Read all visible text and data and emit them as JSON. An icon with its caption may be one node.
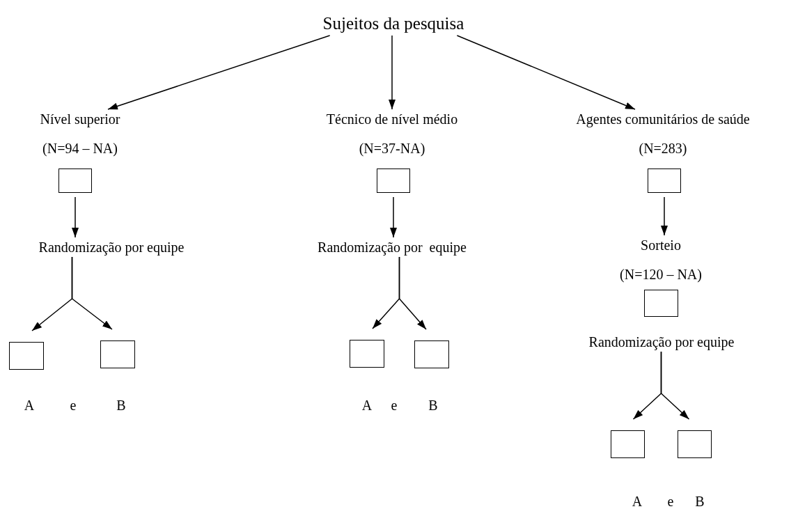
{
  "diagram": {
    "nodes": [
      {
        "text": [
          "Sujeitos da pesquisa"
        ]
      },
      {
        "text": [
          "Nível superior",
          "(N=94 – NA)"
        ]
      },
      {
        "text": [],
        "shape": "box"
      },
      {
        "text": [
          "Randomização por equipe"
        ]
      },
      {
        "text": [],
        "shape": "box"
      },
      {
        "text": [],
        "shape": "box"
      },
      {
        "text": [
          "Técnico de nível médio",
          "(N=37-NA)"
        ]
      },
      {
        "text": [],
        "shape": "box"
      },
      {
        "text": [
          "Randomização por  equipe"
        ]
      },
      {
        "text": [],
        "shape": "box"
      },
      {
        "text": [],
        "shape": "box"
      },
      {
        "text": [
          "Agentes comunitários de saúde",
          "(N=283)"
        ]
      },
      {
        "text": [],
        "shape": "box"
      },
      {
        "text": [
          "Sorteio",
          "(N=120 – NA)"
        ]
      },
      {
        "text": [],
        "shape": "box"
      },
      {
        "text": [
          "Randomização por equipe"
        ]
      },
      {
        "text": [],
        "shape": "box"
      },
      {
        "text": [],
        "shape": "box"
      }
    ],
    "edges": [
      {
        "from": 0,
        "to": 1,
        "arrow": "to"
      },
      {
        "from": 0,
        "to": 6,
        "arrow": "to"
      },
      {
        "from": 0,
        "to": 11,
        "arrow": "to"
      },
      {
        "from": 2,
        "to": 3,
        "arrow": "to"
      },
      {
        "from": 3,
        "to": 4,
        "arrow": "to"
      },
      {
        "from": 3,
        "to": 5,
        "arrow": "to"
      },
      {
        "from": 7,
        "to": 8,
        "arrow": "to"
      },
      {
        "from": 8,
        "to": 9,
        "arrow": "to"
      },
      {
        "from": 8,
        "to": 10,
        "arrow": "to"
      },
      {
        "from": 12,
        "to": 13,
        "arrow": "to"
      },
      {
        "from": 15,
        "to": 16,
        "arrow": "to"
      },
      {
        "from": 15,
        "to": 17,
        "arrow": "to"
      }
    ],
    "labels": [
      "A",
      "e",
      "B",
      "A",
      "e",
      "B",
      "A",
      "e",
      "B"
    ]
  }
}
